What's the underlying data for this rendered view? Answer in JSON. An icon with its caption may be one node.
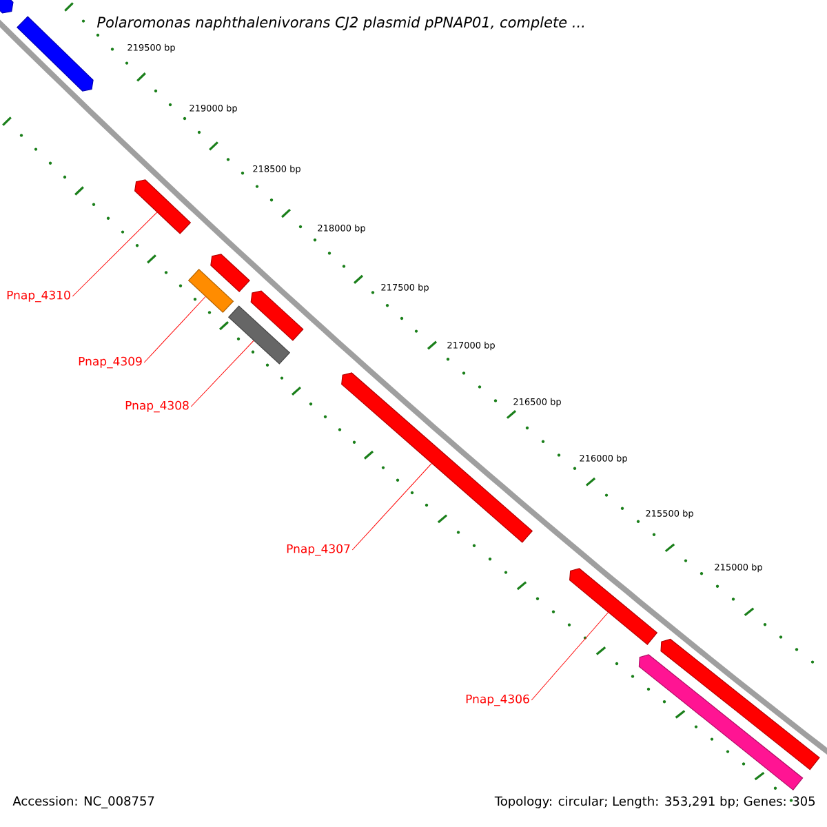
{
  "diagram": {
    "title": "*Polaromonas naphthalenivorans* CJ2 plasmid pPNAP01, complete ...",
    "nodes": [
      {
        "text": [],
        "shape": "arrow"
      },
      {
        "text": [],
        "shape": "arrow"
      },
      {
        "text": [],
        "shape": "arrow"
      },
      {
        "text": [],
        "shape": "arrow"
      },
      {
        "text": [],
        "shape": "bar"
      },
      {
        "text": [],
        "shape": "arrow"
      },
      {
        "text": [],
        "shape": "bar"
      },
      {
        "text": [],
        "shape": "arrow"
      },
      {
        "text": [],
        "shape": "arrow"
      },
      {
        "text": [],
        "shape": "arrow"
      },
      {
        "text": [],
        "shape": "arrow"
      },
      {
        "text": [
          "Pnap_4310"
        ]
      },
      {
        "text": [
          "Pnap_4309"
        ]
      },
      {
        "text": [
          "Pnap_4308"
        ]
      },
      {
        "text": [
          "Pnap_4307"
        ]
      },
      {
        "text": [
          "Pnap_4306"
        ]
      }
    ],
    "edges": [
      {
        "from": 11,
        "to": 2,
        "arrow": "none"
      },
      {
        "from": 12,
        "to": 4,
        "arrow": "none"
      },
      {
        "from": 13,
        "to": 6,
        "arrow": "none"
      },
      {
        "from": 14,
        "to": 7,
        "arrow": "none"
      },
      {
        "from": 15,
        "to": 8,
        "arrow": "none"
      }
    ],
    "labels": [
      "219500 bp",
      "219000 bp",
      "218500 bp",
      "218000 bp",
      "217500 bp",
      "217000 bp",
      "216500 bp",
      "216000 bp",
      "215500 bp",
      "215000 bp",
      "Accession: NC_008757",
      "Topology: circular; Length: 353,291 bp; Genes: 305"
    ]
  }
}
